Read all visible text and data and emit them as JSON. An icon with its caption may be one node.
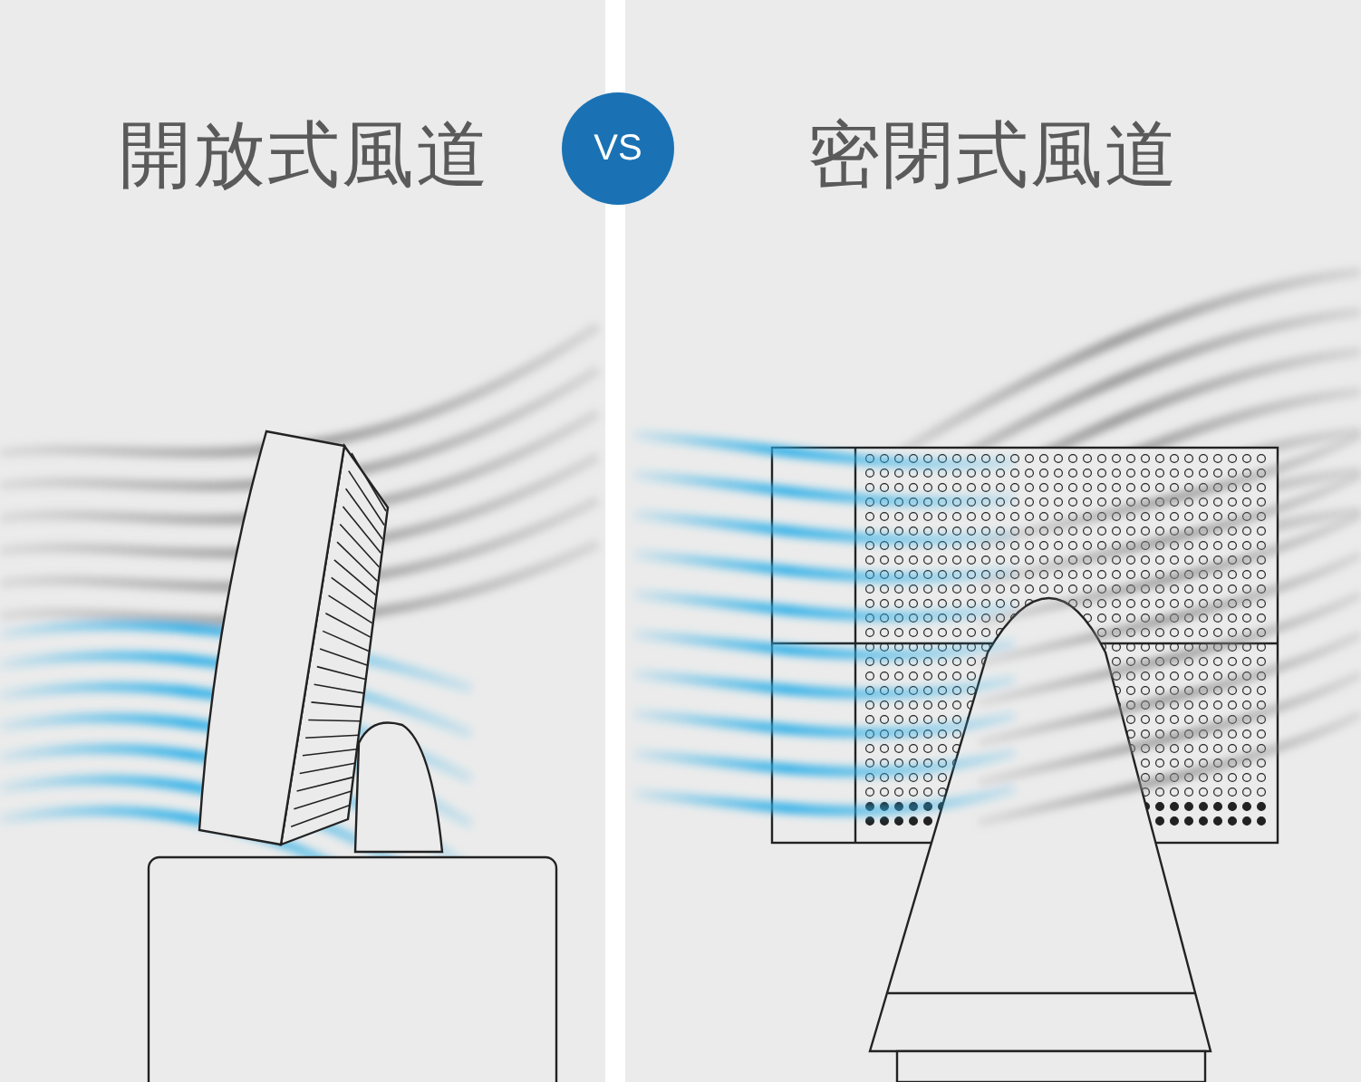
{
  "diagram": {
    "nodes": [
      {
        "text": [
          "VS"
        ]
      }
    ],
    "labels": [
      "開放式風道",
      "密閉式風道"
    ]
  }
}
